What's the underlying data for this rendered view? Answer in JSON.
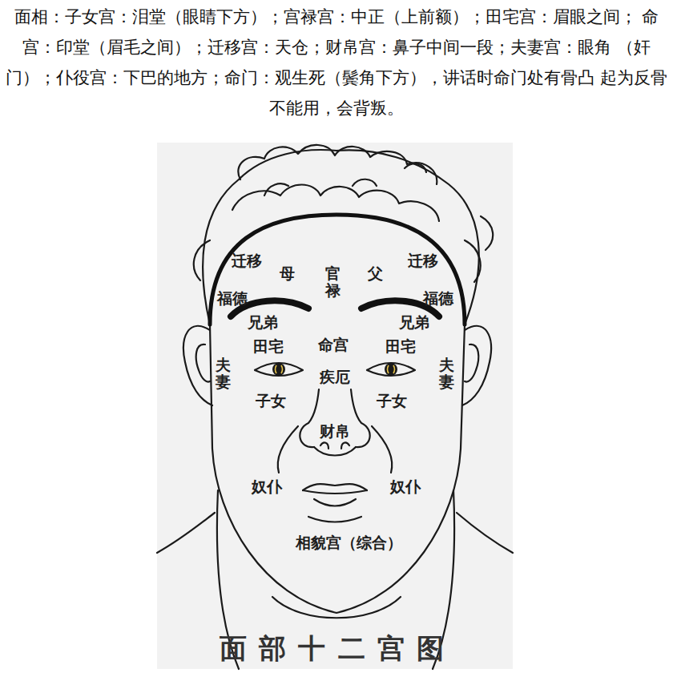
{
  "diagram": {
    "title": "面部十二宫图",
    "labels": [
      "面相：子女宫：泪堂（眼睛下方）；宫禄宫：中正（上前额）；田宅宫：眉眼之间； 命宫：印堂（眉毛之间）；迁移宫：天仓；财帛宫：鼻子中间一段；夫妻宫：眼角 （奸门）；仆役宫：下巴的地方；命门：观生死（鬓角下方），讲话时命门处有骨凸 起为反骨不能用，会背叛。",
      "迁移",
      "母",
      "官禄",
      "父",
      "迁移",
      "福德",
      "福德",
      "兄弟",
      "兄弟",
      "田宅",
      "命宫",
      "田宅",
      "夫妻",
      "夫妻",
      "疾厄",
      "子女",
      "子女",
      "财帛",
      "奴仆",
      "奴仆",
      "相貌宫（综合）"
    ]
  }
}
